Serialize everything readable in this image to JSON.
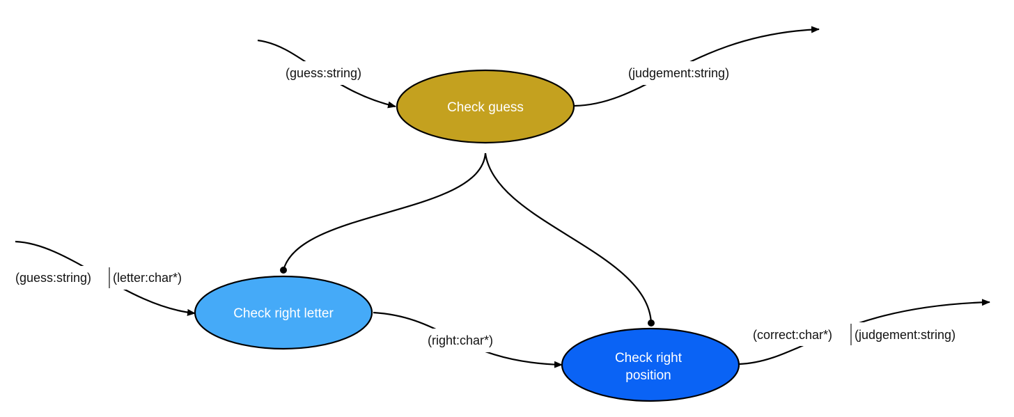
{
  "nodes": {
    "check_guess": {
      "label": "Check guess",
      "fill": "#c4a11f"
    },
    "check_right_letter": {
      "label": "Check right letter",
      "fill": "#45aaf8"
    },
    "check_right_position": {
      "label_line1": "Check right",
      "label_line2": "position",
      "fill": "#0a63f5"
    }
  },
  "edge_labels": {
    "guess_in": "(guess:string)",
    "judgement_out": "(judgement:string)",
    "letter_in_a": "(guess:string)",
    "letter_in_b": "(letter:char*)",
    "right": "(right:char*)",
    "position_out_a": "(correct:char*)",
    "position_out_b": "(judgement:string)"
  }
}
